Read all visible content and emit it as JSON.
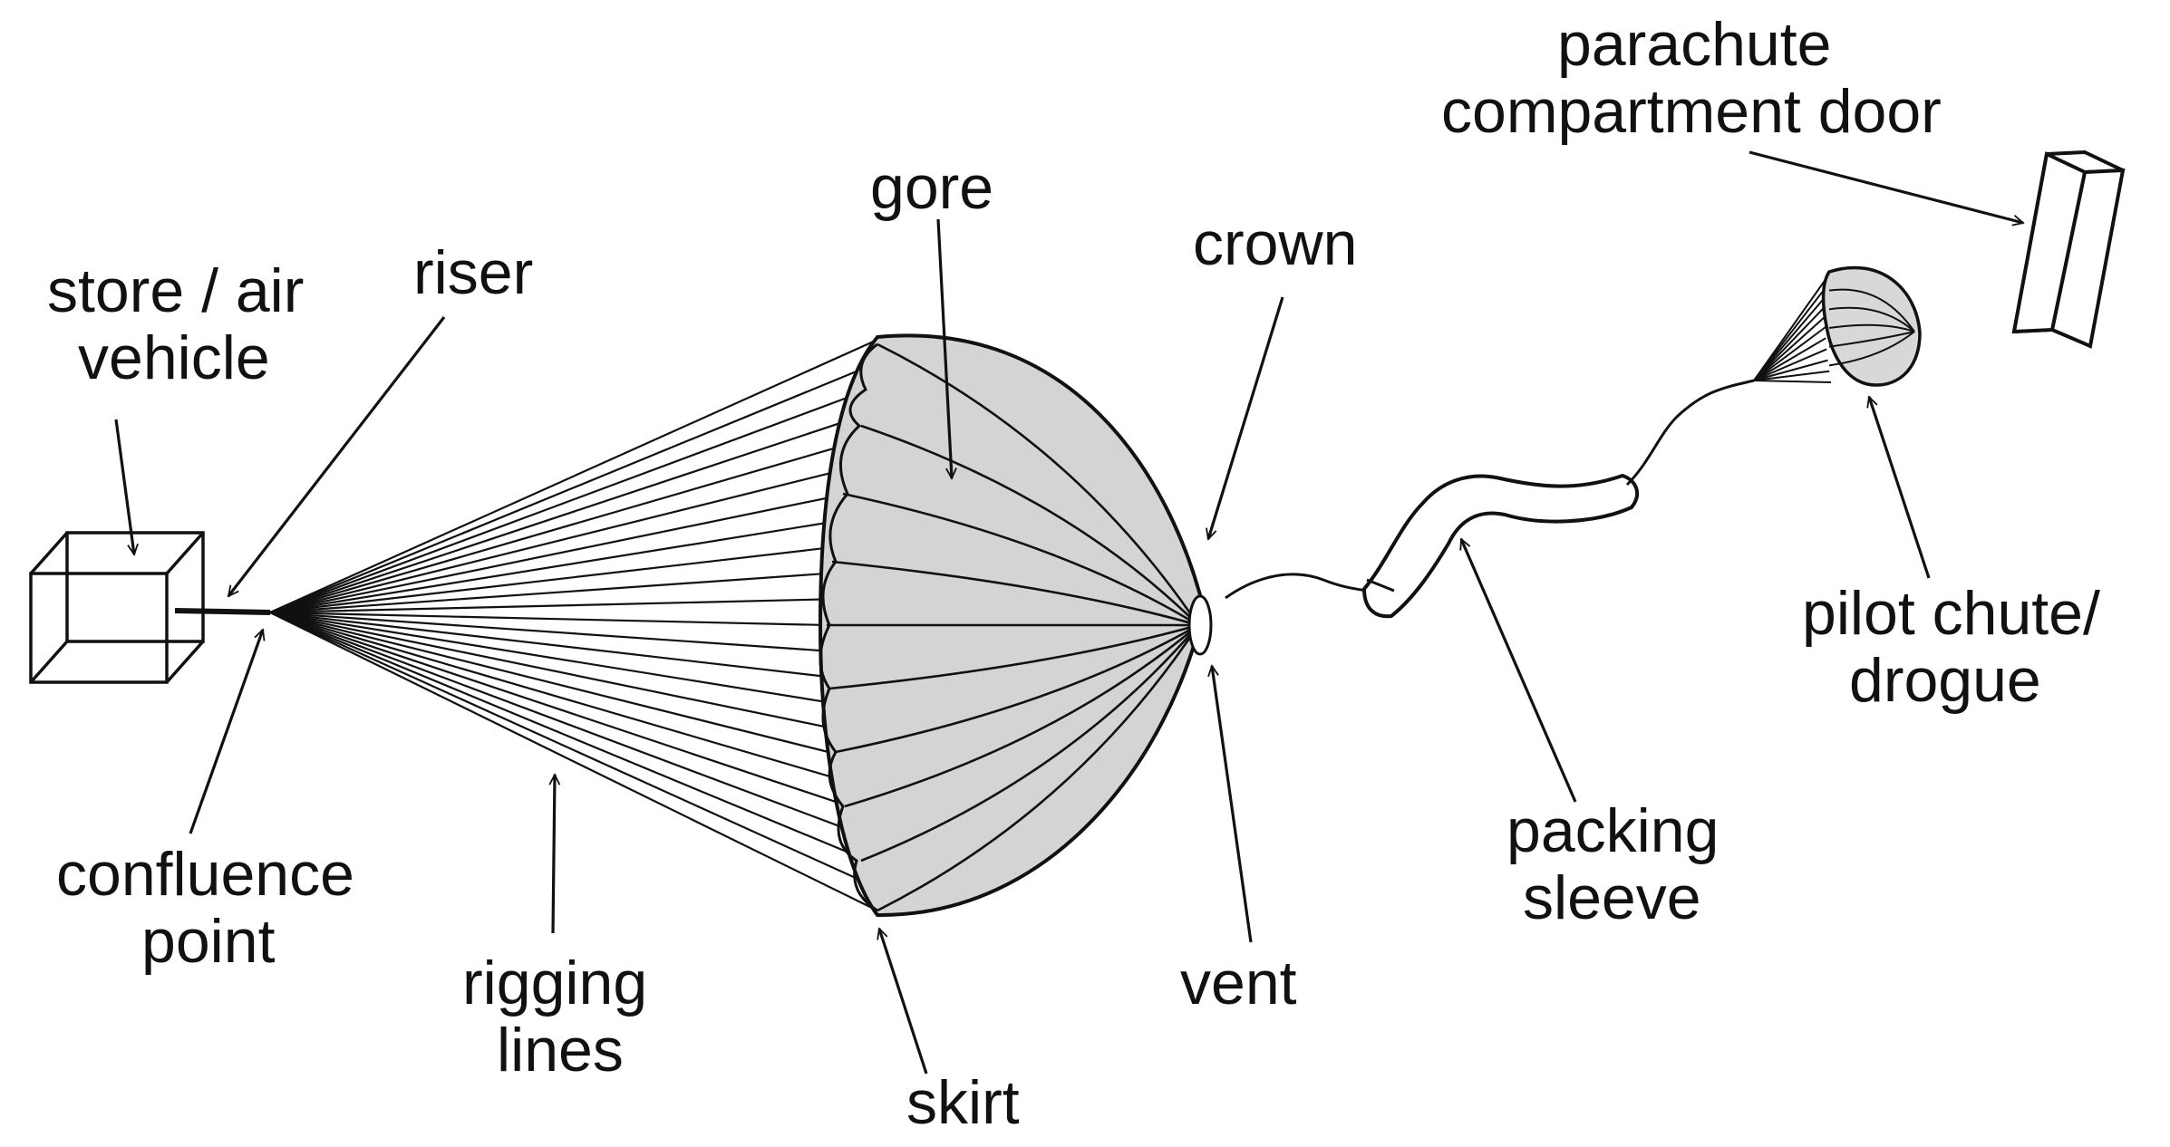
{
  "diagram": {
    "labels": {
      "store_l1": "store / air",
      "store_l2": "vehicle",
      "riser": "riser",
      "confluence_l1": "confluence",
      "confluence_l2": "point",
      "rigging_l1": "rigging",
      "rigging_l2": "lines",
      "gore": "gore",
      "crown": "crown",
      "skirt": "skirt",
      "vent": "vent",
      "packing_l1": "packing",
      "packing_l2": "sleeve",
      "pilot_l1": "pilot chute/",
      "pilot_l2": "drogue",
      "door_l1": "parachute",
      "door_l2": "compartment door"
    }
  }
}
